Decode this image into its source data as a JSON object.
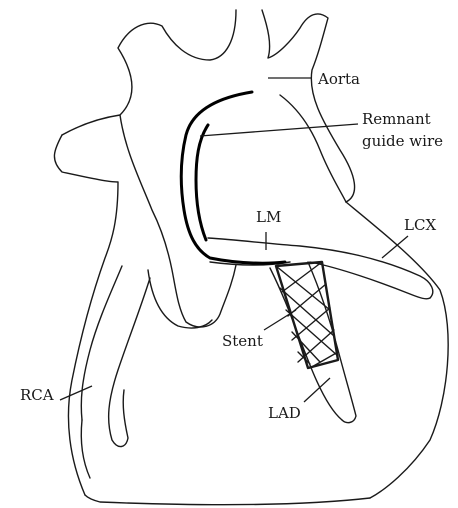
{
  "labels": {
    "aorta": "Aorta",
    "remnant_line1": "Remnant",
    "remnant_line2": "guide wire",
    "lm": "LM",
    "lcx": "LCX",
    "stent": "Stent",
    "rca": "RCA",
    "lad": "LAD"
  },
  "colors": {
    "stroke": "#1a1a1a",
    "wire": "#000000",
    "background": "#ffffff"
  }
}
